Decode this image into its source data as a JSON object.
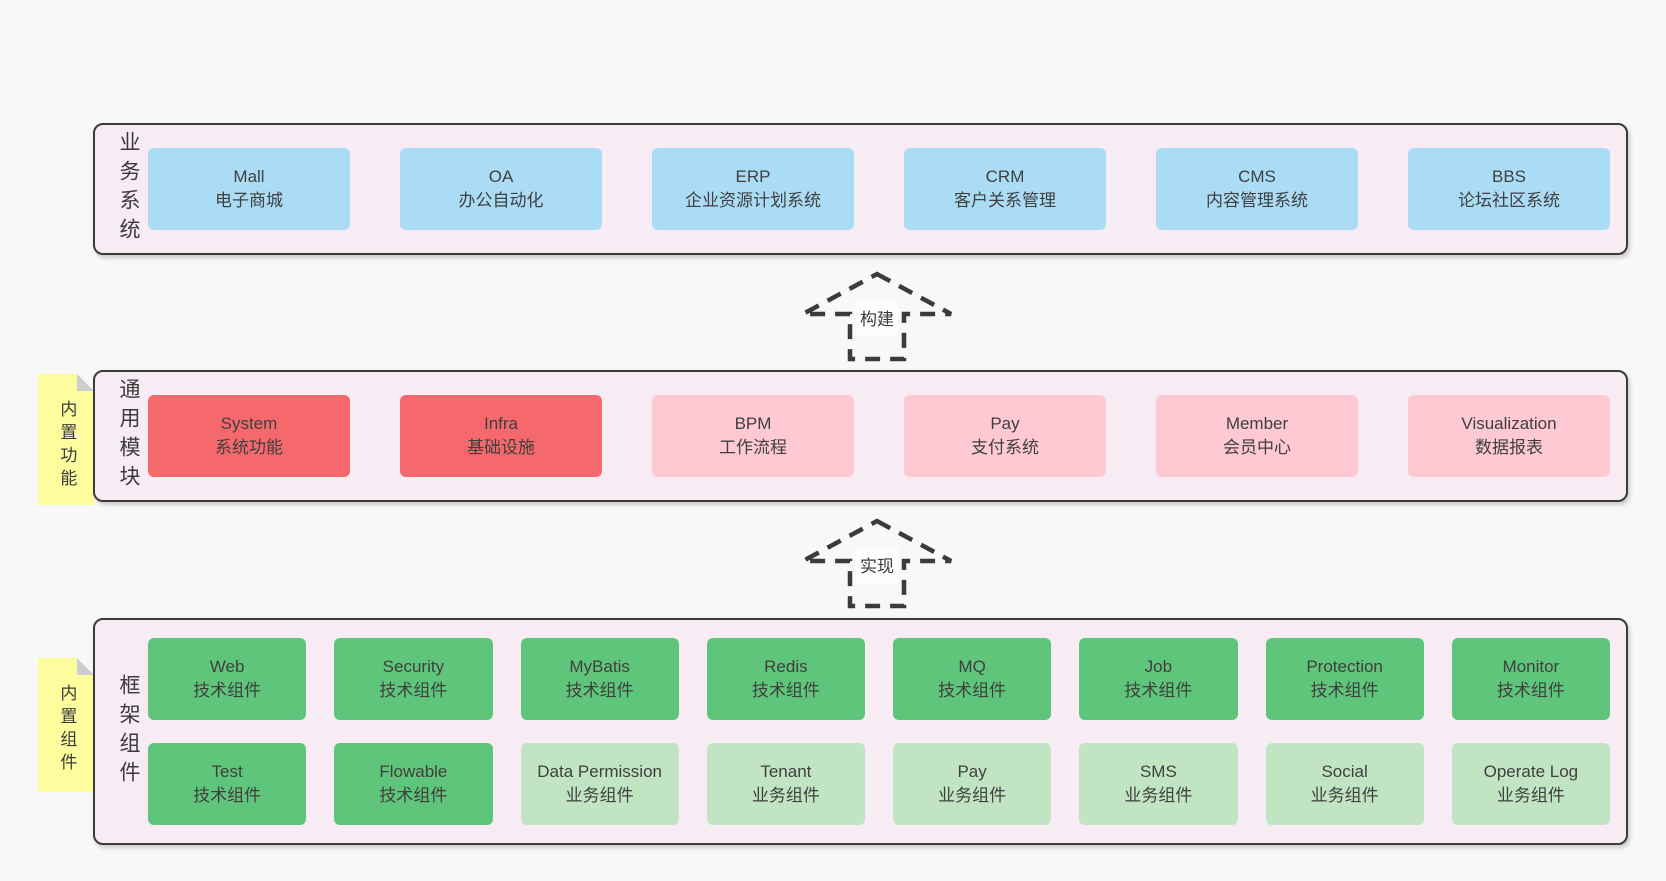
{
  "colors": {
    "page_bg": "#f8f8f8",
    "panel_bg": "#f7ebf4",
    "panel_border": "#3b3b3b",
    "business_box_blue": "#abdcf6",
    "module_core_red": "#f5696d",
    "module_pink": "#fec9d2",
    "component_tech_green": "#5fc57b",
    "component_biz_green": "#c1e5c3",
    "sticky_yellow": "#fdfd9e",
    "sticky_fold_gray": "#cdcdcd",
    "text": "#3f3f3f"
  },
  "layers": {
    "business": {
      "label": "业务系统",
      "boxes": [
        {
          "name": "Mall",
          "desc": "电子商城"
        },
        {
          "name": "OA",
          "desc": "办公自动化"
        },
        {
          "name": "ERP",
          "desc": "企业资源计划系统"
        },
        {
          "name": "CRM",
          "desc": "客户关系管理"
        },
        {
          "name": "CMS",
          "desc": "内容管理系统"
        },
        {
          "name": "BBS",
          "desc": "论坛社区系统"
        }
      ]
    },
    "modules": {
      "label": "通用模块",
      "sticky": "内置功能",
      "boxes": [
        {
          "name": "System",
          "desc": "系统功能"
        },
        {
          "name": "Infra",
          "desc": "基础设施"
        },
        {
          "name": "BPM",
          "desc": "工作流程"
        },
        {
          "name": "Pay",
          "desc": "支付系统"
        },
        {
          "name": "Member",
          "desc": "会员中心"
        },
        {
          "name": "Visualization",
          "desc": "数据报表"
        }
      ]
    },
    "components": {
      "label": "框架组件",
      "sticky": "内置组件",
      "row1": [
        {
          "name": "Web",
          "desc": "技术组件"
        },
        {
          "name": "Security",
          "desc": "技术组件"
        },
        {
          "name": "MyBatis",
          "desc": "技术组件"
        },
        {
          "name": "Redis",
          "desc": "技术组件"
        },
        {
          "name": "MQ",
          "desc": "技术组件"
        },
        {
          "name": "Job",
          "desc": "技术组件"
        },
        {
          "name": "Protection",
          "desc": "技术组件"
        },
        {
          "name": "Monitor",
          "desc": "技术组件"
        }
      ],
      "row2": [
        {
          "name": "Test",
          "desc": "技术组件"
        },
        {
          "name": "Flowable",
          "desc": "技术组件"
        },
        {
          "name": "Data Permission",
          "desc": "业务组件"
        },
        {
          "name": "Tenant",
          "desc": "业务组件"
        },
        {
          "name": "Pay",
          "desc": "业务组件"
        },
        {
          "name": "SMS",
          "desc": "业务组件"
        },
        {
          "name": "Social",
          "desc": "业务组件"
        },
        {
          "name": "Operate Log",
          "desc": "业务组件"
        }
      ]
    }
  },
  "arrows": {
    "build": "构建",
    "implement": "实现"
  }
}
